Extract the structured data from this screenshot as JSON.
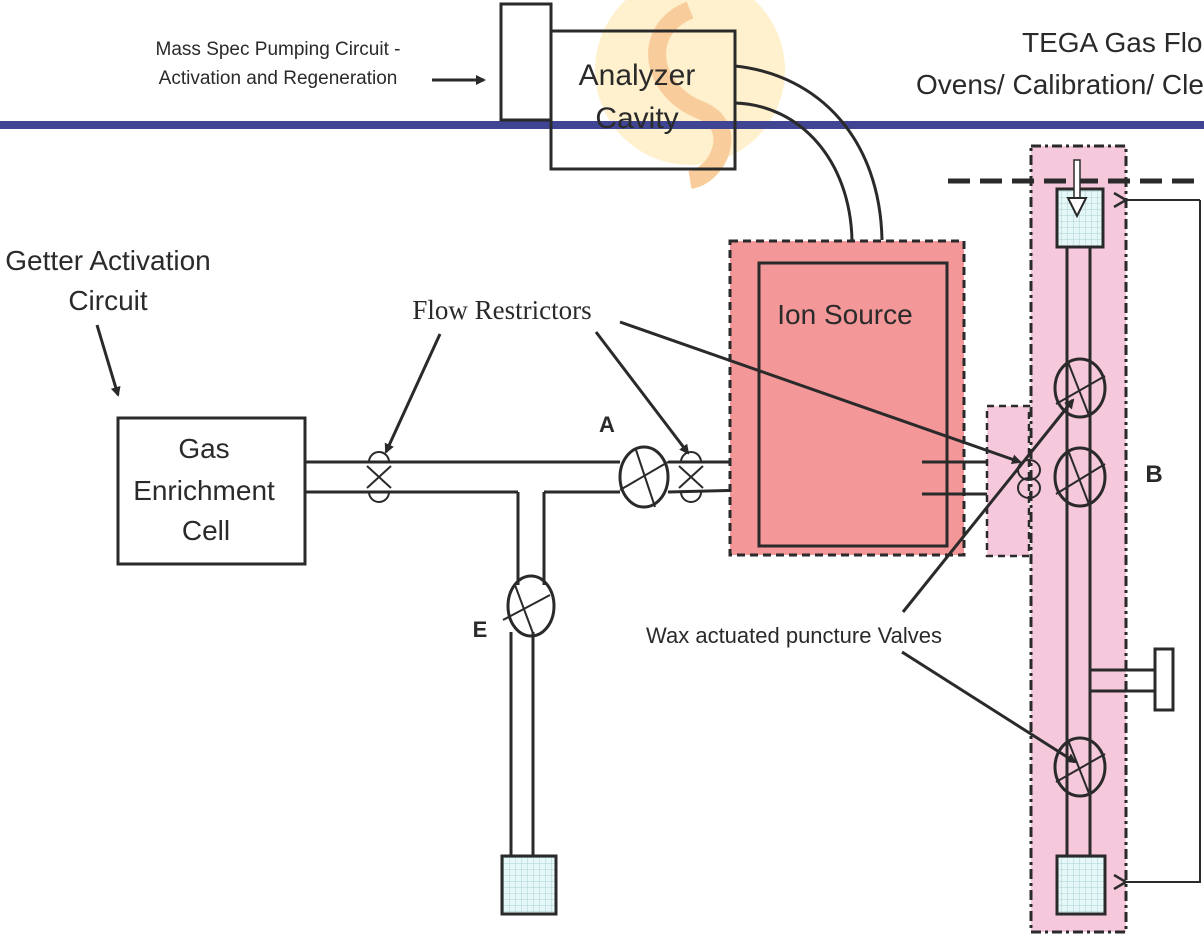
{
  "title": {
    "line1": "TEGA Gas Flo",
    "line2": "Ovens/ Calibration/ Cle"
  },
  "labels": {
    "mass_spec_line1": "Mass Spec Pumping Circuit -",
    "mass_spec_line2": "Activation and Regeneration",
    "analyzer_line1": "Analyzer",
    "analyzer_line2": "Cavity",
    "getter_line1": "Getter Activation",
    "getter_line2": "Circuit",
    "gas_cell_line1": "Gas",
    "gas_cell_line2": "Enrichment",
    "gas_cell_line3": "Cell",
    "flow_restrictors": "Flow Restrictors",
    "ion_source": "Ion Source",
    "wax_valves": "Wax actuated puncture Valves",
    "valve_a": "A",
    "valve_b": "B",
    "valve_e": "E"
  },
  "colors": {
    "divider": "#3f4593",
    "ion_source_fill": "#f49799",
    "oven_fill": "#f6c8dc",
    "getter_fill": "#e3f6f7",
    "logo_fill": "#ffd36a"
  }
}
